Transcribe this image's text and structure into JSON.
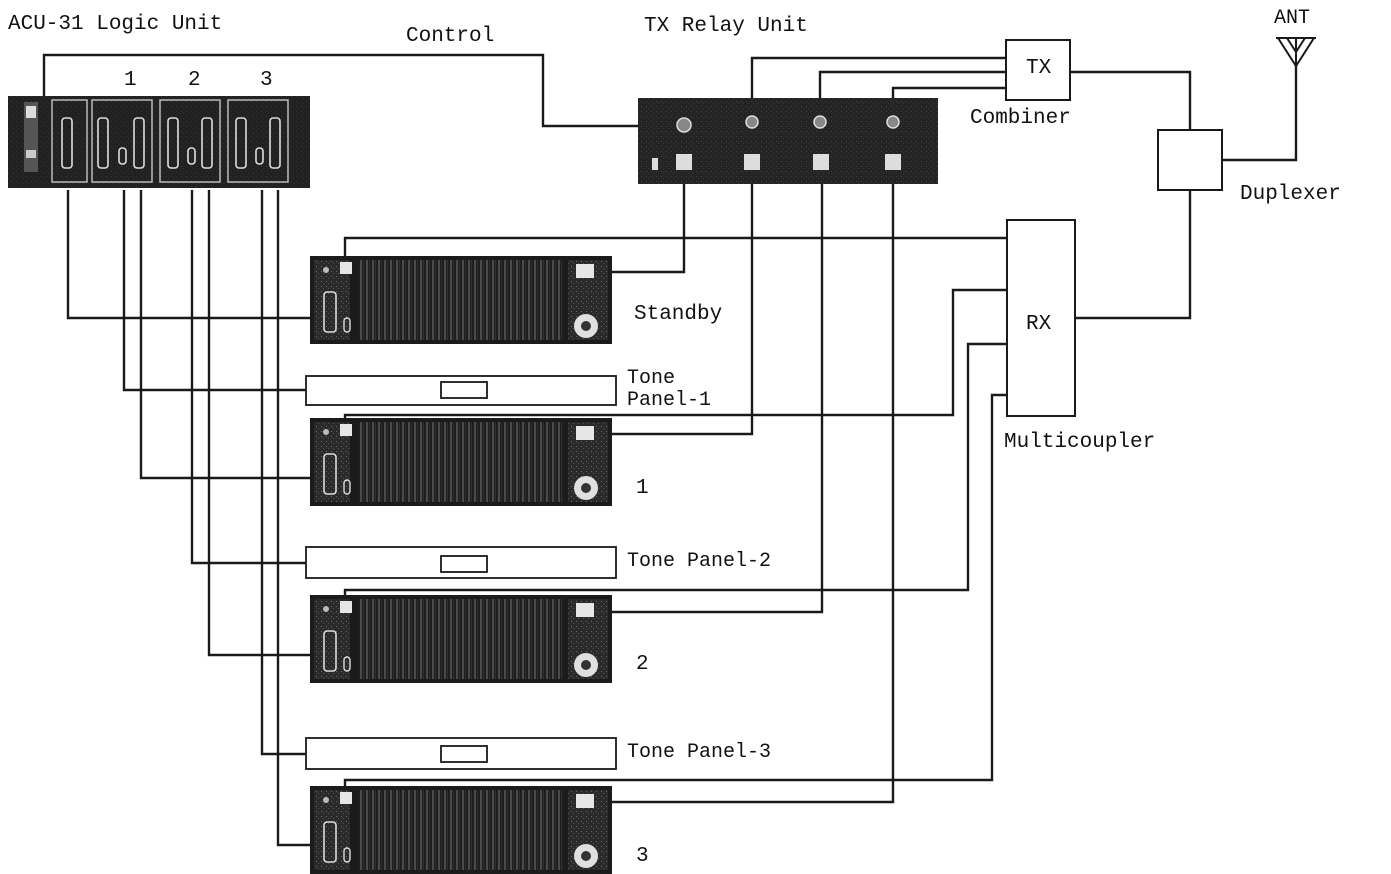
{
  "labels": {
    "logic_unit": "ACU-31 Logic Unit",
    "control": "Control",
    "relay_unit": "TX Relay Unit",
    "ant": "ANT",
    "tx": "TX",
    "combiner": "Combiner",
    "duplexer": "Duplexer",
    "rx": "RX",
    "multicoupler": "Multicoupler",
    "standby": "Standby",
    "tone_panel_1_line1": "Tone",
    "tone_panel_1_line2": "Panel-1",
    "tone_panel_2": "Tone Panel-2",
    "tone_panel_3": "Tone Panel-3",
    "radio_1": "1",
    "radio_2": "2",
    "radio_3": "3",
    "slot_1": "1",
    "slot_2": "2",
    "slot_3": "3"
  },
  "colors": {
    "line": "#1a1a1a",
    "unit_dark": "#1b1b1b",
    "unit_grille": "#3a3a3a",
    "box": "#ffffff"
  }
}
